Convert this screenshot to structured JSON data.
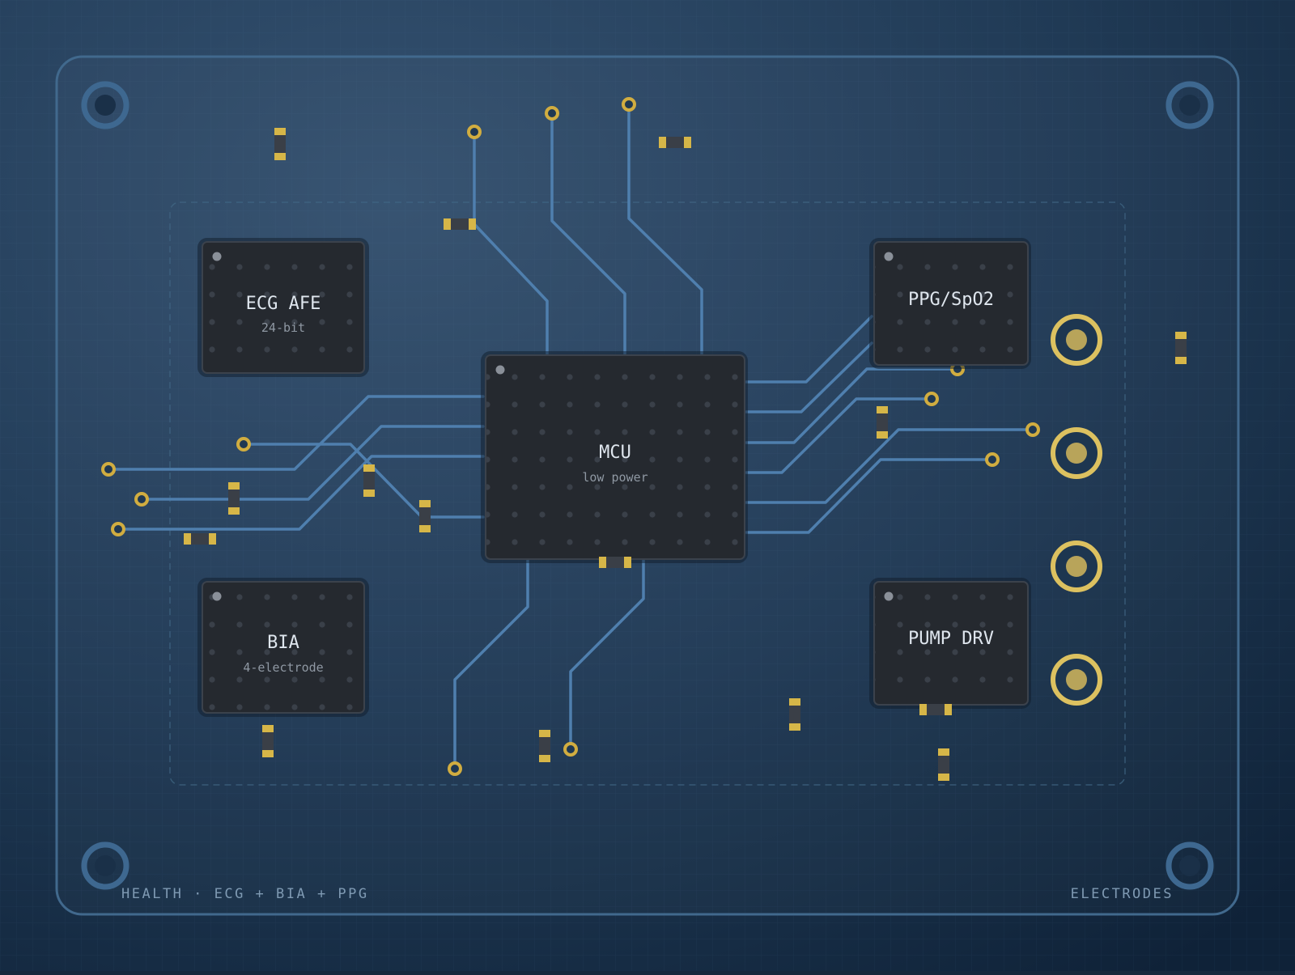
{
  "board": {
    "footer_left": "HEALTH · ECG + BIA + PPG",
    "footer_right": "ELECTRODES"
  },
  "chips": {
    "ecg": {
      "title": "ECG AFE",
      "subtitle": "24-bit"
    },
    "bia": {
      "title": "BIA",
      "subtitle": "4-electrode"
    },
    "mcu": {
      "title": "MCU",
      "subtitle": "low power"
    },
    "ppg": {
      "title": "PPG/SpO2"
    },
    "pump": {
      "title": "PUMP DRV"
    }
  },
  "electrode_count": 4,
  "colors": {
    "background": "#1c3550",
    "trace": "#4f7fae",
    "pad_gold": "#d6b648",
    "chip_body": "#25292f",
    "board_outline": "#3f6a8f",
    "label_text": "#dfe6ee",
    "sublabel_text": "#8f98a3",
    "footer_text": "#7f9ab3"
  }
}
